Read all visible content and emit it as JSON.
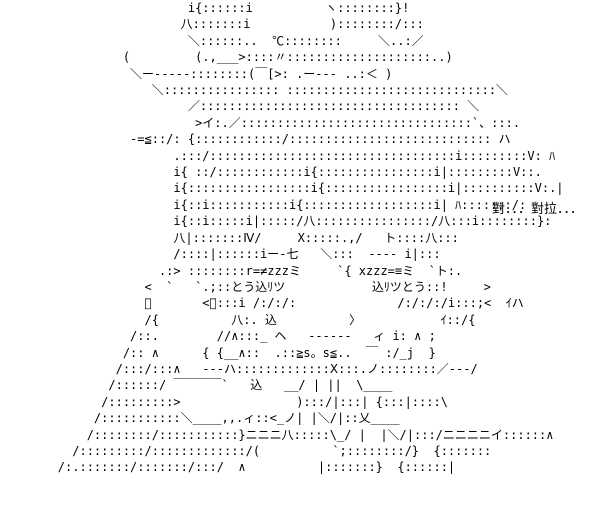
{
  "dialogue": "對．．．對拉．．．",
  "art_lines": [
    "                          i{::::::i          ヽ::::::::}!",
    "                         八:::::::i           )::::::::/:::",
    "                          ＼::::::..  ℃::::::::     ＼..:／",
    "                 (         (.,___>::::〃::::::::::::::::::::..)",
    "                  ＼ー-----::::::::(￣[>: .ー--- ..:＜ )",
    "                     ＼:::::::::::::::: :::::::::::::::::::::::::::::＼",
    "                          ／:::::::::::::::::::::::::::::::::::: ＼",
    "                           >イ:.／::::::::::::::::::::::::::::::::`、:::.",
    "                  -=≦::/: {::::::::::::/:::::::::::::::::::::::::::: ハ",
    "                        .:::/::::::::::::::::::::::::::::::::::i:::::::::V: ﾊ",
    "                        i{ ::/::::::::::::i{::::::::::::::::i|:::::::::V::.",
    "                        i{:::::::::::::::::i{:::::::::::::::::i|::::::::::V:.|",
    "                        i{::i:::::::::::i{::::::::::::::::::i| ﾊ:::::::/:",
    "                        i{::i:::::i|:::::/八::::::::::::::::/八:::i::::::::}:",
    "                        八|:::::::Ⅳ/     X:::::.,/   ト::::八:::",
    "                        /::::|::::::iー-七   ＼:::  ---- i|:::",
    "                      .:> ::::::::r=≠zzzミ     `{ xzzz=≡ミ  `ト:.",
    "                    <  `   `.;::とう込ﾘツ            込ﾘツとう::!     >",
    "                    ﾞ       <＼:::i /:/:/:              /:/:/:/i:::;<  ｲハ",
    "                    /{          八:. 込          〉           ｲ::/{",
    "                  /::.        //∧:::_ ヘ   ------   ィ i: ∧ ;",
    "                 /:: ∧      { {__∧::  .::≧s。s≦..  ￣ :/_j  }",
    "                /:::/:::∧   ---ハ:::::::::::::Ⅹ:::.ノ::::::::／---/",
    "               /::::::/ ￣￣￣￣`   込   __/ | ||  \\____",
    "              /:::::::::>                ):::/|:::| {:::|::::\\",
    "             /:::::::::::＼____,,.ィ::<_ノ| |＼/|::乂____",
    "            /::::::::/:::::::::::}ニニニ八:::::\\_/ |  |＼/|:::/ニニニニイ::::::∧",
    "          /:::::::::/:::::::::::::/(          `;::::::::/}  {:::::::",
    "        /:.:::::::/:::::::/:::/  ∧          |:::::::}  {::::::|"
  ]
}
